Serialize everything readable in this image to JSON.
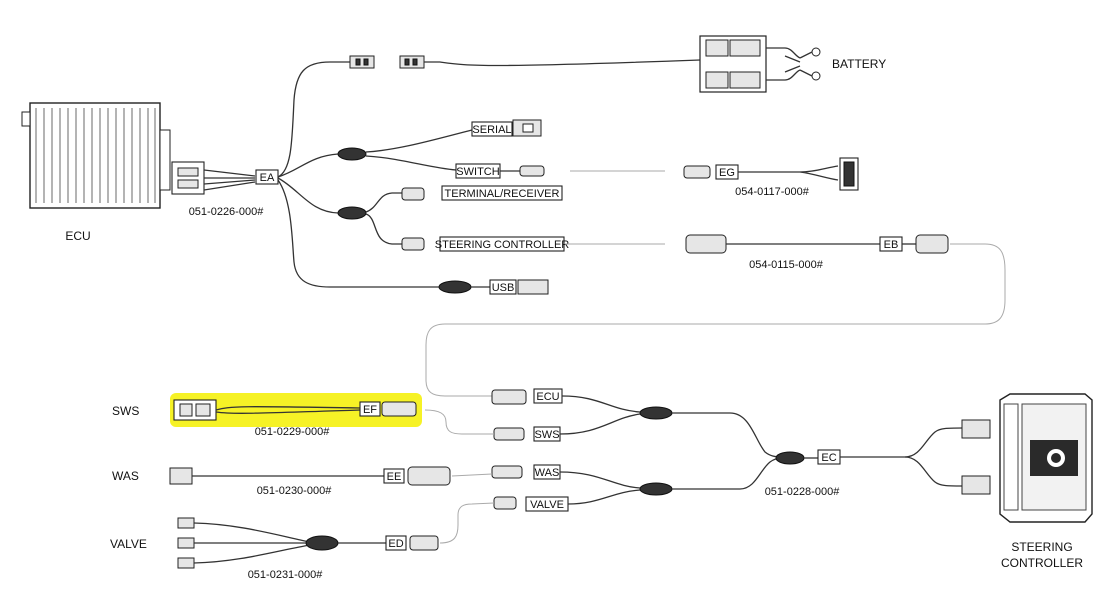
{
  "components": {
    "ecu": "ECU",
    "battery": "BATTERY",
    "steering_controller": [
      "STEERING",
      "CONTROLLER"
    ],
    "sws": "SWS",
    "was": "WAS",
    "valve": "VALVE"
  },
  "part_numbers": {
    "main_harness": "051-0226-000#",
    "switch_cable": "054-0117-000#",
    "steering_cable": "054-0115-000#",
    "sws_cable": "051-0229-000#",
    "was_cable": "051-0230-000#",
    "valve_cable": "051-0231-000#",
    "controller_harness": "051-0228-000#"
  },
  "connector_tags": {
    "ea": "EA",
    "eb": "EB",
    "ec": "EC",
    "ed": "ED",
    "ee": "EE",
    "ef": "EF",
    "eg": "EG"
  },
  "port_labels": {
    "serial": "SERIAL",
    "switch": "SWITCH",
    "terminal_receiver": "TERMINAL/RECEIVER",
    "steering_controller": "STEERING CONTROLLER",
    "usb": "USB",
    "ecu": "ECU",
    "sws": "SWS",
    "was": "WAS",
    "valve": "VALVE"
  },
  "highlight_color": "#f4f000"
}
